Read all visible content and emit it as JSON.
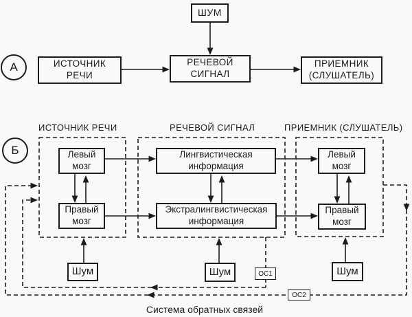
{
  "a": {
    "badge": "А",
    "noise": "ШУМ",
    "source": {
      "l1": "ИСТОЧНИК",
      "l2": "РЕЧИ"
    },
    "signal": {
      "l1": "РЕЧЕВОЙ",
      "l2": "СИГНАЛ"
    },
    "receiver": {
      "l1": "ПРИЕМНИК",
      "l2": "(СЛУШАТЕЛЬ)"
    }
  },
  "b": {
    "badge": "Б",
    "headers": {
      "source": "ИСТОЧНИК РЕЧИ",
      "signal": "РЕЧЕВОЙ СИГНАЛ",
      "receiver": "ПРИЕМНИК (СЛУШАТЕЛЬ)"
    },
    "source": {
      "top": {
        "l1": "Левый",
        "l2": "мозг"
      },
      "bottom": {
        "l1": "Правый",
        "l2": "мозг"
      },
      "noise": "Шум"
    },
    "signal": {
      "top": {
        "l1": "Лингвистическая",
        "l2": "информация"
      },
      "bottom": {
        "l1": "Экстралингвистическая",
        "l2": "информация"
      },
      "noise": "Шум"
    },
    "receiver": {
      "top": {
        "l1": "Левый",
        "l2": "мозг"
      },
      "bottom": {
        "l1": "Правый",
        "l2": "мозг"
      },
      "noise": "Шум"
    },
    "feedback": {
      "oc1": "ОС1",
      "oc2": "ОС2",
      "caption": "Система обратных связей"
    }
  },
  "colors": {
    "ink": "#1c1c1c",
    "background": "#f9f9f7"
  }
}
